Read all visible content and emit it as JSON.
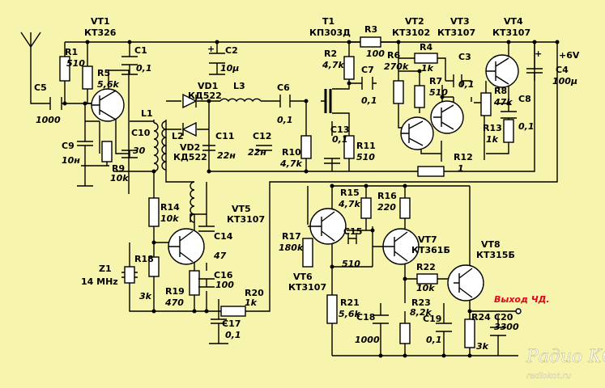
{
  "supply": "+6V",
  "output_label": "Выход ЧД.",
  "watermark": {
    "main": "Радио КОТ",
    "url": "radiokot.ru"
  },
  "colors": {
    "background": "#f7f4ae",
    "output_label": "#e1061c",
    "wire": "#000000"
  },
  "components": {
    "VT1": {
      "ref": "VT1",
      "type": "КТ326"
    },
    "T1": {
      "ref": "T1",
      "type": "КП303Д"
    },
    "VT2": {
      "ref": "VT2",
      "type": "КТ3102"
    },
    "VT3": {
      "ref": "VT3",
      "type": "КТ3107"
    },
    "VT4": {
      "ref": "VT4",
      "type": "КТ3107"
    },
    "VT5": {
      "ref": "VT5",
      "type": "КТ3107"
    },
    "VT6": {
      "ref": "VT6",
      "type": "КТ3107"
    },
    "VT7": {
      "ref": "VT7",
      "type": "КТ361Б"
    },
    "VT8": {
      "ref": "VT8",
      "type": "КТ315Б"
    },
    "VD1": {
      "ref": "VD1",
      "type": "КД522"
    },
    "VD2": {
      "ref": "VD2",
      "type": "КД522"
    },
    "L1": {
      "ref": "L1"
    },
    "L2": {
      "ref": "L2"
    },
    "L3": {
      "ref": "L3"
    },
    "Z1": {
      "ref": "Z1",
      "value": "14 MHz"
    },
    "R1": {
      "ref": "R1",
      "value": "510"
    },
    "R2": {
      "ref": "R2",
      "value": "4,7k"
    },
    "R3": {
      "ref": "R3",
      "value": "100"
    },
    "R4": {
      "ref": "R4",
      "value": "1k"
    },
    "R5": {
      "ref": "R5",
      "value": "5,6k"
    },
    "R6": {
      "ref": "R6",
      "value": "270k"
    },
    "R7": {
      "ref": "R7",
      "value": "510"
    },
    "R8": {
      "ref": "R8",
      "value": "47k"
    },
    "R9": {
      "ref": "R9",
      "value": "10k"
    },
    "R10": {
      "ref": "R10",
      "value": "4,7k"
    },
    "R11": {
      "ref": "R11",
      "value": "510"
    },
    "R12": {
      "ref": "R12",
      "value": "1"
    },
    "R13": {
      "ref": "R13",
      "value": "1k"
    },
    "R14": {
      "ref": "R14",
      "value": "10k"
    },
    "R15": {
      "ref": "R15",
      "value": "4,7k"
    },
    "R16": {
      "ref": "R16",
      "value": "220"
    },
    "R17": {
      "ref": "R17",
      "value": "180k"
    },
    "R18": {
      "ref": "R18",
      "value": "3k"
    },
    "R19": {
      "ref": "R19",
      "value": "470"
    },
    "R20": {
      "ref": "R20",
      "value": "1k"
    },
    "R21": {
      "ref": "R21",
      "value": "5,6k"
    },
    "R22": {
      "ref": "R22",
      "value": "10k"
    },
    "R23": {
      "ref": "R23",
      "value": "8,2k"
    },
    "R24": {
      "ref": "R24",
      "value": "3k"
    },
    "C1": {
      "ref": "C1",
      "value": "0,1"
    },
    "C2": {
      "ref": "C2",
      "value": "10μ"
    },
    "C3": {
      "ref": "C3",
      "value": "0,1"
    },
    "C4": {
      "ref": "C4",
      "value": "100μ"
    },
    "C5": {
      "ref": "C5",
      "value": "1000"
    },
    "C6": {
      "ref": "C6",
      "value": "0,1"
    },
    "C7": {
      "ref": "C7",
      "value": "0,1"
    },
    "C8": {
      "ref": "C8",
      "value": "0,1"
    },
    "C9": {
      "ref": "C9",
      "value": "10н"
    },
    "C10": {
      "ref": "C10",
      "value": "30"
    },
    "C11": {
      "ref": "C11",
      "value": "22н"
    },
    "C12": {
      "ref": "C12",
      "value": "22н"
    },
    "C13": {
      "ref": "C13",
      "value": "0,1"
    },
    "C14": {
      "ref": "C14",
      "value": "47"
    },
    "C15": {
      "ref": "C15",
      "value": "510"
    },
    "C16": {
      "ref": "C16",
      "value": "100"
    },
    "C17": {
      "ref": "C17",
      "value": "0,1"
    },
    "C18": {
      "ref": "C18",
      "value": "1000"
    },
    "C19": {
      "ref": "C19",
      "value": "0,1"
    },
    "C20": {
      "ref": "C20",
      "value": "3300"
    }
  }
}
